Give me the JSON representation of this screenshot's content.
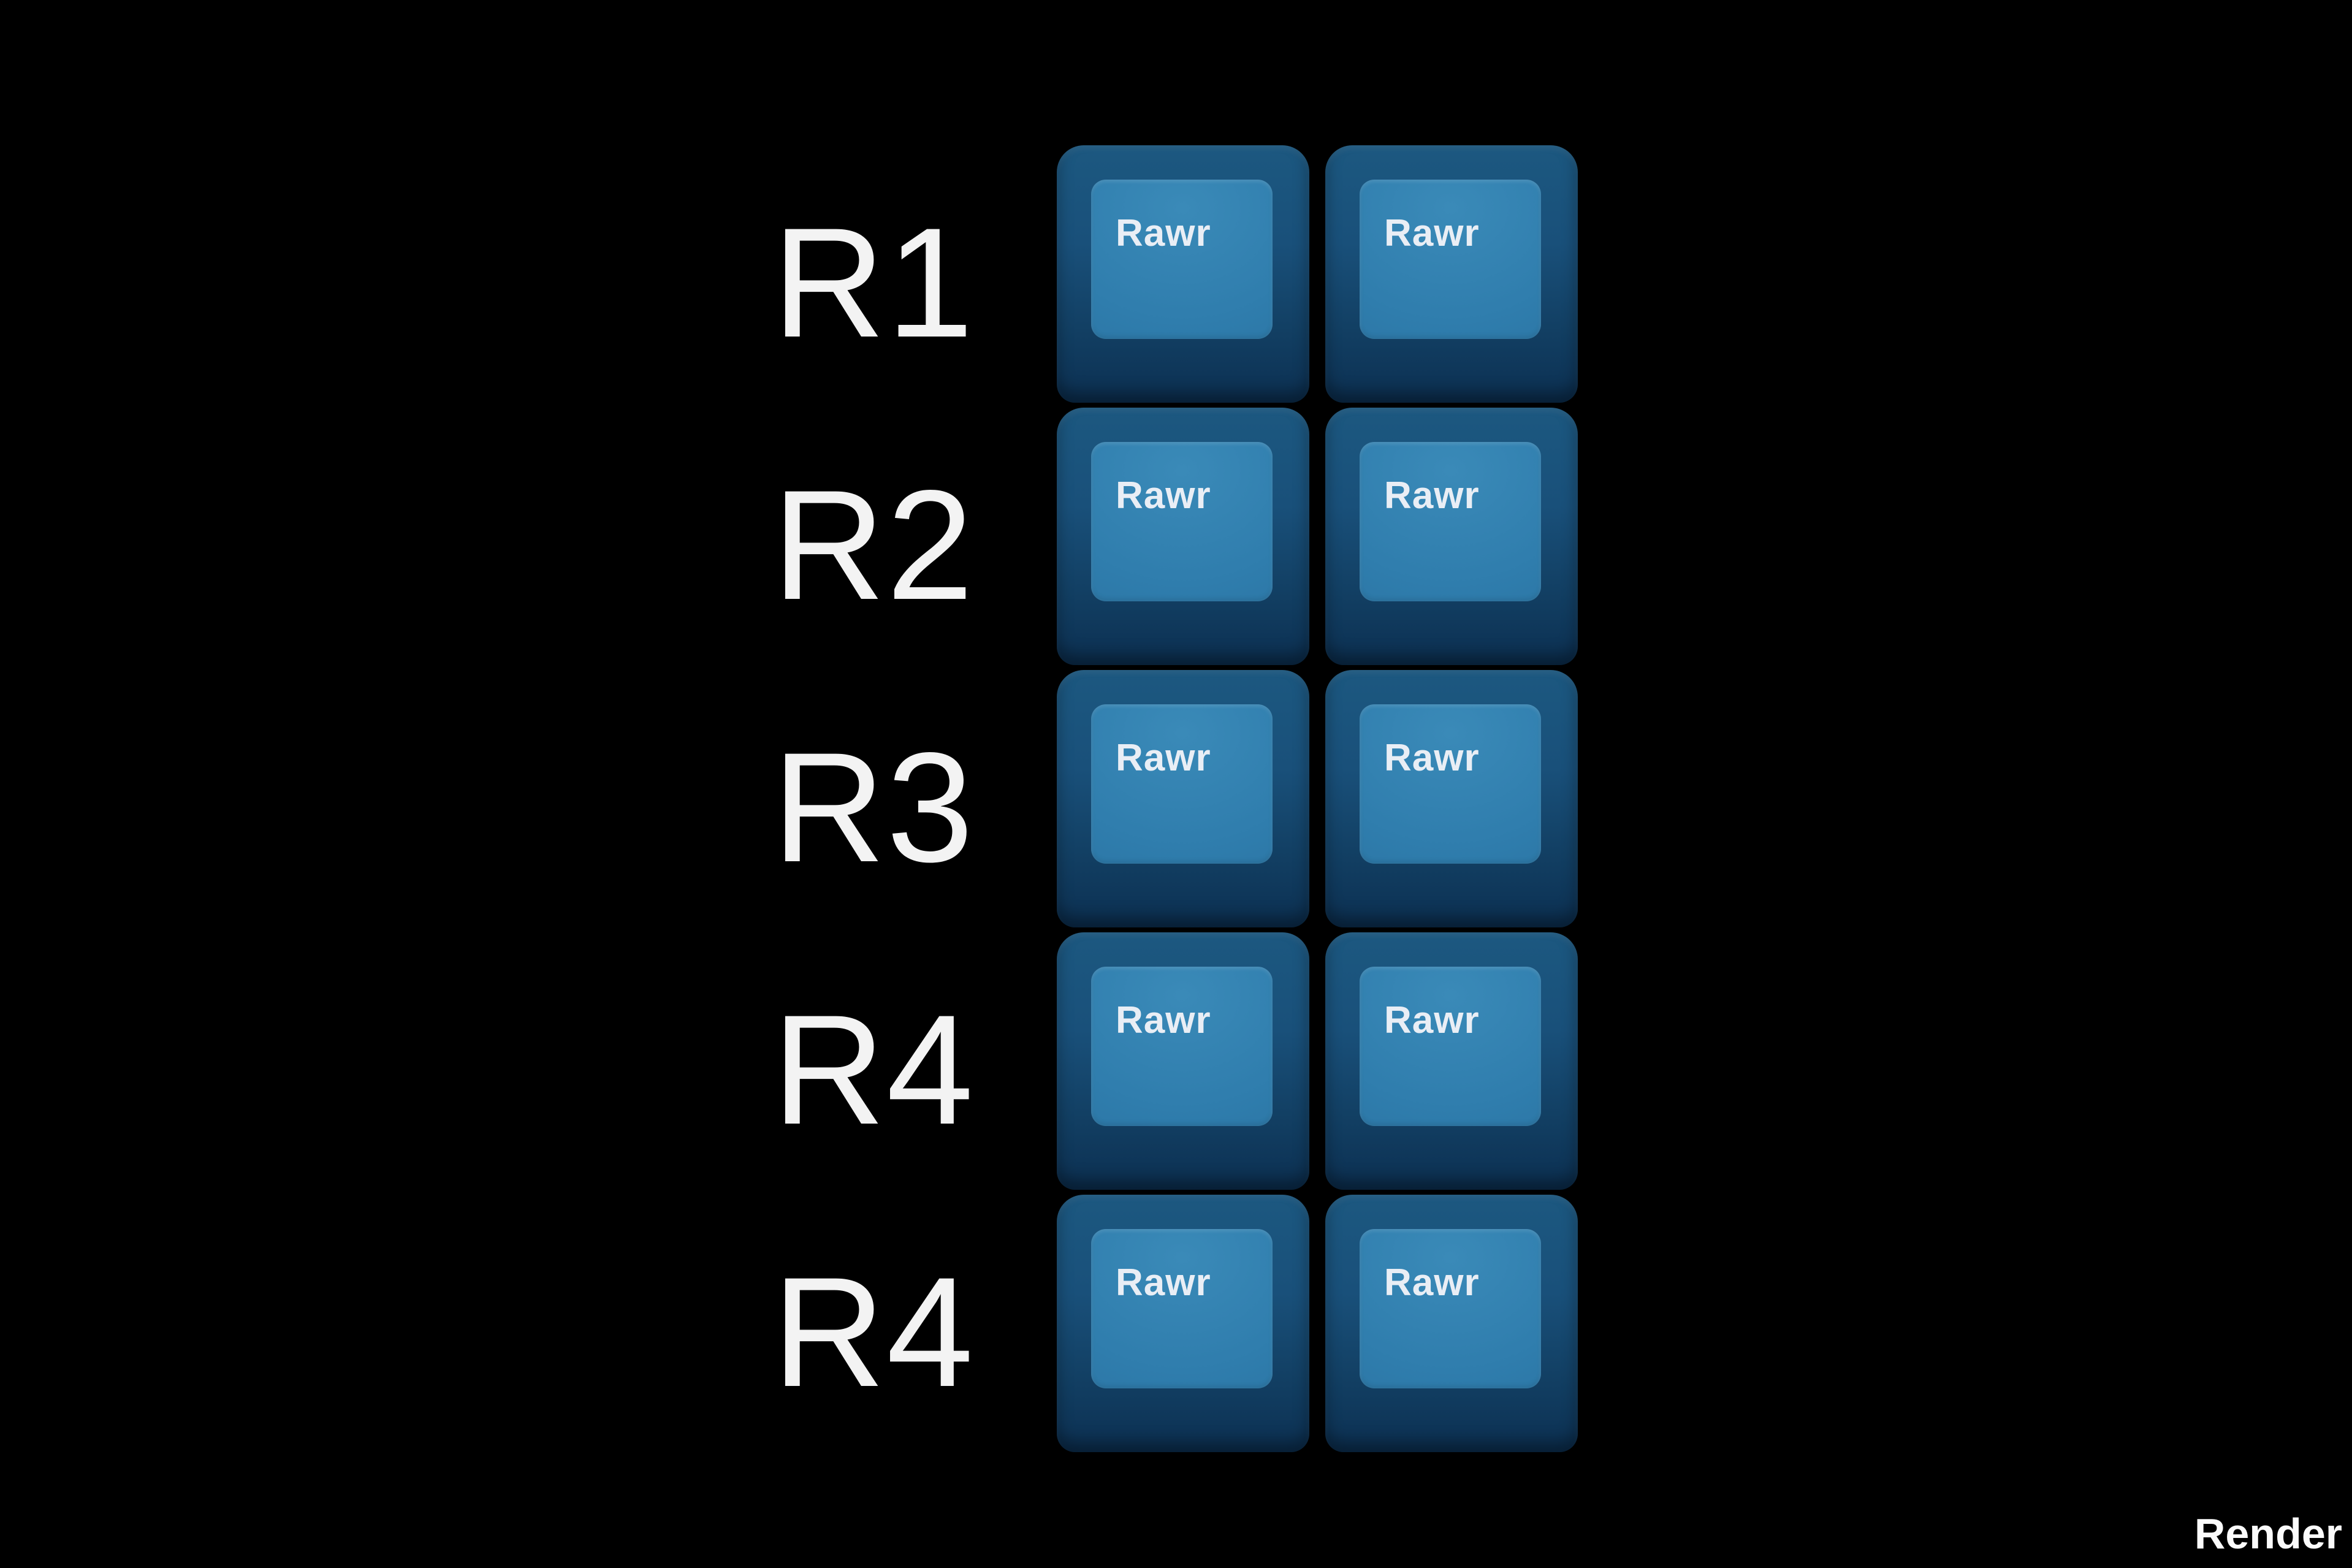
{
  "page": {
    "watermark": "Render"
  },
  "rows": [
    {
      "label": "R1",
      "keys": [
        "Rawr",
        "Rawr"
      ]
    },
    {
      "label": "R2",
      "keys": [
        "Rawr",
        "Rawr"
      ]
    },
    {
      "label": "R3",
      "keys": [
        "Rawr",
        "Rawr"
      ]
    },
    {
      "label": "R4",
      "keys": [
        "Rawr",
        "Rawr"
      ]
    },
    {
      "label": "R4",
      "keys": [
        "Rawr",
        "Rawr"
      ]
    }
  ],
  "colors": {
    "background": "#000000",
    "key_top": "#2f7dad",
    "key_base_hi": "#1c5880",
    "key_base_lo": "#0c3052",
    "legend": "#e9eef5",
    "label_text": "#f3f3f3",
    "watermark_text": "#fbfbfb"
  }
}
